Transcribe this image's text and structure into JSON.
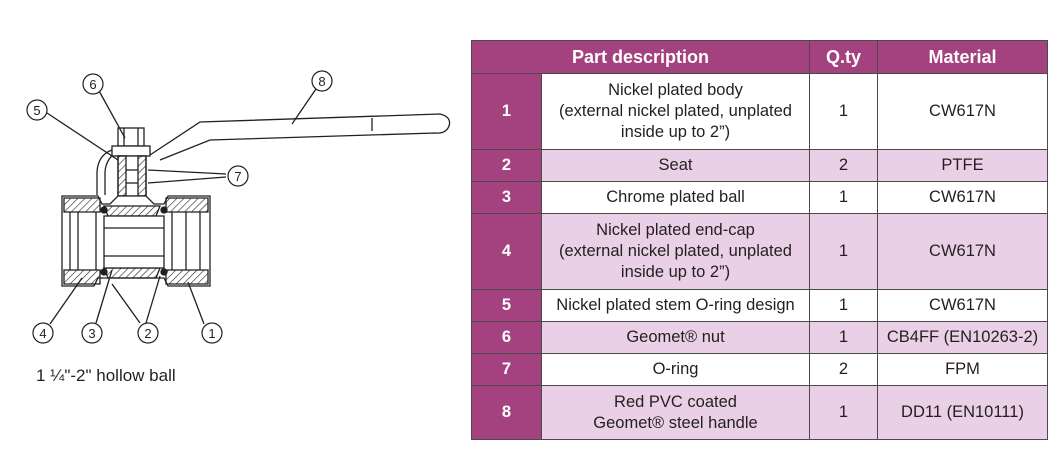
{
  "caption": "1 ¼\"-2\" hollow ball",
  "callouts": [
    "1",
    "2",
    "3",
    "4",
    "5",
    "6",
    "7",
    "8"
  ],
  "table": {
    "headers": {
      "part": "Part description",
      "qty": "Q.ty",
      "material": "Material"
    },
    "rows": [
      {
        "num": "1",
        "desc": [
          "Nickel plated body",
          "(external nickel plated, unplated",
          "inside up to 2”)"
        ],
        "qty": "1",
        "material": "CW617N"
      },
      {
        "num": "2",
        "desc": [
          "Seat"
        ],
        "qty": "2",
        "material": "PTFE"
      },
      {
        "num": "3",
        "desc": [
          "Chrome plated ball"
        ],
        "qty": "1",
        "material": "CW617N"
      },
      {
        "num": "4",
        "desc": [
          "Nickel plated end-cap",
          "(external nickel plated, unplated",
          "inside up to 2”)"
        ],
        "qty": "1",
        "material": "CW617N"
      },
      {
        "num": "5",
        "desc": [
          "Nickel plated stem O-ring design"
        ],
        "qty": "1",
        "material": "CW617N"
      },
      {
        "num": "6",
        "desc": [
          "Geomet® nut"
        ],
        "qty": "1",
        "material": "CB4FF (EN10263-2)"
      },
      {
        "num": "7",
        "desc": [
          "O-ring"
        ],
        "qty": "2",
        "material": "FPM"
      },
      {
        "num": "8",
        "desc": [
          "Red PVC coated",
          "Geomet® steel handle"
        ],
        "qty": "1",
        "material": "DD11 (EN10111)"
      }
    ]
  },
  "colors": {
    "header_bg": "#a3427f",
    "stripe_bg": "#ead0e6",
    "line": "#231f20"
  }
}
